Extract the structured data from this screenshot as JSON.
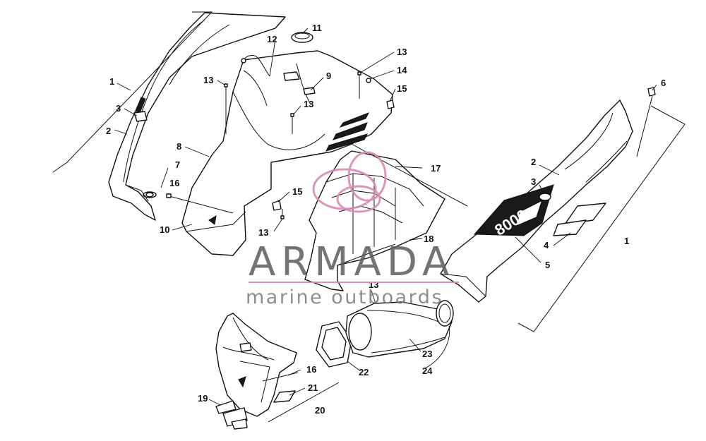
{
  "diagram": {
    "callouts": [
      {
        "id": "c1a",
        "text": "1"
      },
      {
        "id": "c1b",
        "text": "1"
      },
      {
        "id": "c2a",
        "text": "2"
      },
      {
        "id": "c2b",
        "text": "2"
      },
      {
        "id": "c3a",
        "text": "3"
      },
      {
        "id": "c3b",
        "text": "3"
      },
      {
        "id": "c4",
        "text": "4"
      },
      {
        "id": "c5",
        "text": "5"
      },
      {
        "id": "c6",
        "text": "6"
      },
      {
        "id": "c7",
        "text": "7"
      },
      {
        "id": "c8",
        "text": "8"
      },
      {
        "id": "c9",
        "text": "9"
      },
      {
        "id": "c10",
        "text": "10"
      },
      {
        "id": "c11",
        "text": "11"
      },
      {
        "id": "c12",
        "text": "12"
      },
      {
        "id": "c13a",
        "text": "13"
      },
      {
        "id": "c13b",
        "text": "13"
      },
      {
        "id": "c13c",
        "text": "13"
      },
      {
        "id": "c13d",
        "text": "13"
      },
      {
        "id": "c13e",
        "text": "13"
      },
      {
        "id": "c14",
        "text": "14"
      },
      {
        "id": "c15a",
        "text": "15"
      },
      {
        "id": "c15b",
        "text": "15"
      },
      {
        "id": "c16a",
        "text": "16"
      },
      {
        "id": "c16b",
        "text": "16"
      },
      {
        "id": "c17",
        "text": "17"
      },
      {
        "id": "c18",
        "text": "18"
      },
      {
        "id": "c19",
        "text": "19"
      },
      {
        "id": "c20",
        "text": "20"
      },
      {
        "id": "c21",
        "text": "21"
      },
      {
        "id": "c22",
        "text": "22"
      },
      {
        "id": "c23",
        "text": "23"
      },
      {
        "id": "c24",
        "text": "24"
      }
    ],
    "decal_text": "8000"
  },
  "watermark": {
    "brand": "ARMADA",
    "tagline": "marine outboards",
    "accent_color": "#d98bb5"
  }
}
